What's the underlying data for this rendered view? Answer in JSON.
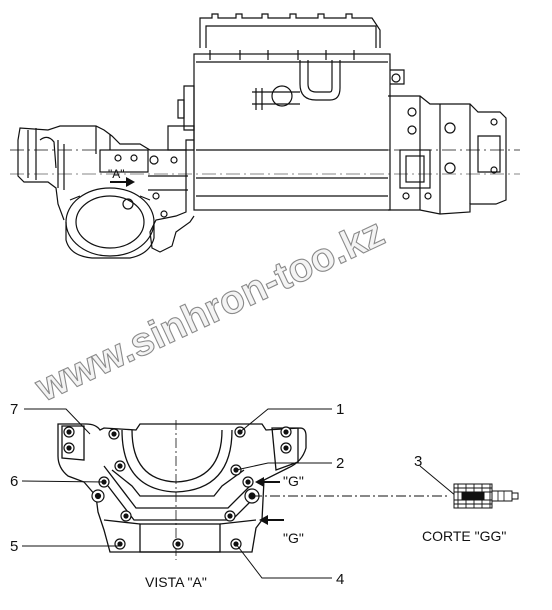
{
  "watermark": "www.sinhron-too.kz",
  "top_view": {
    "arrow_label": "\"A\""
  },
  "detail_view": {
    "caption": "VISTA \"A\"",
    "arrow_g_upper": "\"G\"",
    "arrow_g_lower": "\"G\"",
    "callouts": {
      "c1": "1",
      "c2": "2",
      "c3": "3",
      "c4": "4",
      "c5": "5",
      "c6": "6",
      "c7": "7"
    }
  },
  "section_view": {
    "caption": "CORTE \"GG\""
  }
}
